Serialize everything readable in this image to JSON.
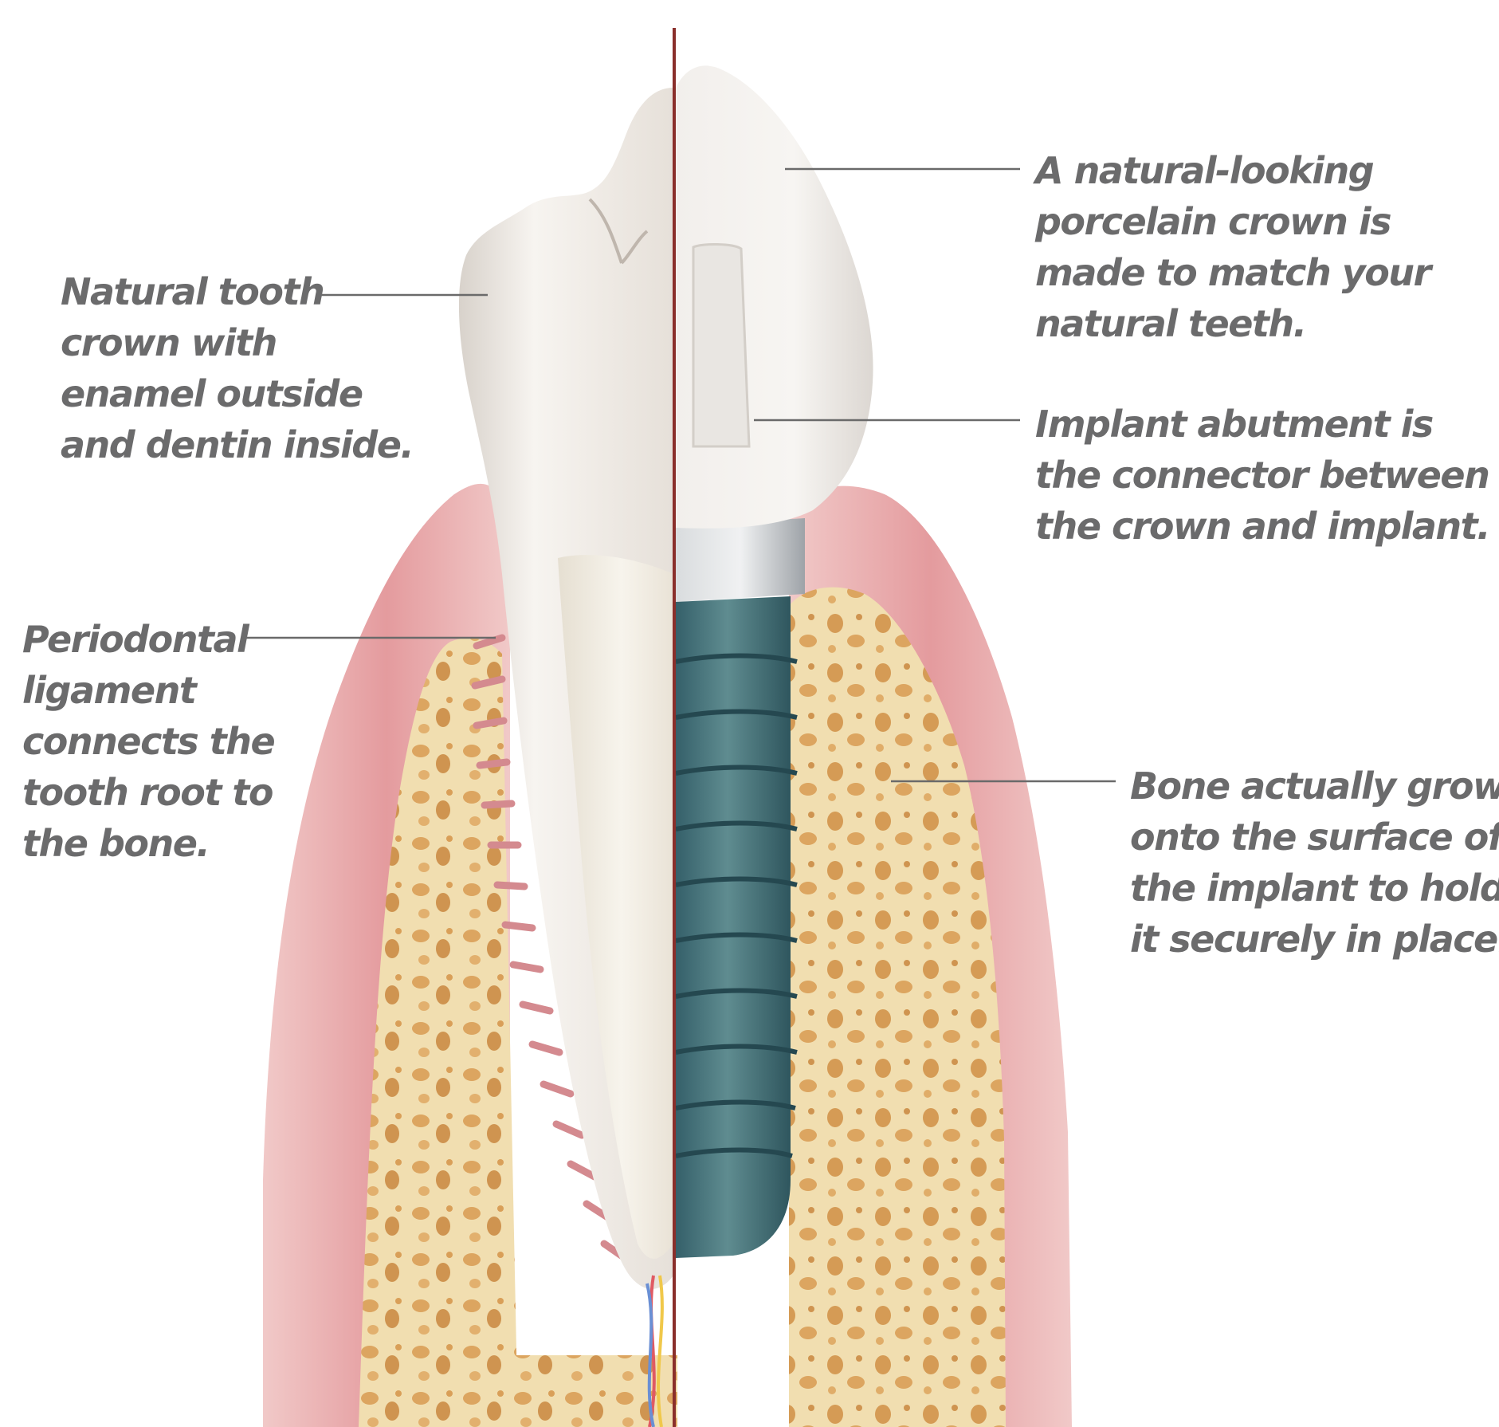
{
  "title": "",
  "colors": {
    "gum": "#e4a3a3",
    "gum_dark": "#d57f83",
    "bone": "#f1deb0",
    "bone_pore": "#d9a35c",
    "tooth": "#f1ece6",
    "implant": "#3f6e74",
    "abutment": "#b9bcc0",
    "divider": "#8a2f2b",
    "label_text": "#6b6b6c",
    "leader": "#6a6a6a"
  },
  "labels": {
    "natural_crown": [
      "Natural tooth",
      "crown with",
      "enamel outside",
      "and dentin inside."
    ],
    "periodontal": [
      "Periodontal",
      "ligament",
      "connects the",
      "tooth root to",
      "the bone."
    ],
    "porcelain_crown": [
      "A natural-looking",
      "porcelain crown is",
      "made to match your",
      "natural teeth."
    ],
    "abutment": [
      "Implant abutment is",
      "the connector between",
      "the crown and implant."
    ],
    "bone_growth": [
      "Bone actually grows",
      "onto the surface of",
      "the implant to hold",
      "it securely in place."
    ]
  }
}
